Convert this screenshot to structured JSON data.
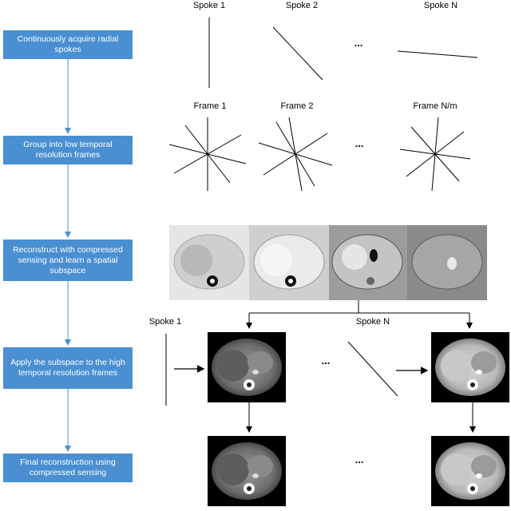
{
  "flow_steps": [
    {
      "text": "Continuously acquire radial spokes"
    },
    {
      "text": "Group into low temporal resolution frames"
    },
    {
      "text": "Reconstruct with compressed sensing and learn a spatial subspace"
    },
    {
      "text": "Apply the subspace to the high temporal resolution frames"
    },
    {
      "text": "Final reconstruction using compressed sensing"
    }
  ],
  "spoke_row": {
    "spoke_1": "Spoke 1",
    "spoke_2": "Spoke 2",
    "spoke_n": "Spoke N",
    "ellipsis": "..."
  },
  "frame_row": {
    "frame_1": "Frame 1",
    "frame_2": "Frame 2",
    "frame_n": "Frame N/m",
    "ellipsis": "..."
  },
  "apply_row": {
    "spoke_1": "Spoke 1",
    "spoke_n": "Spoke N",
    "ellipsis": "..."
  },
  "final_row": {
    "ellipsis": "..."
  },
  "colors": {
    "step_box": "#4a8fd1",
    "flow_arrow": "#4a8fd1"
  }
}
